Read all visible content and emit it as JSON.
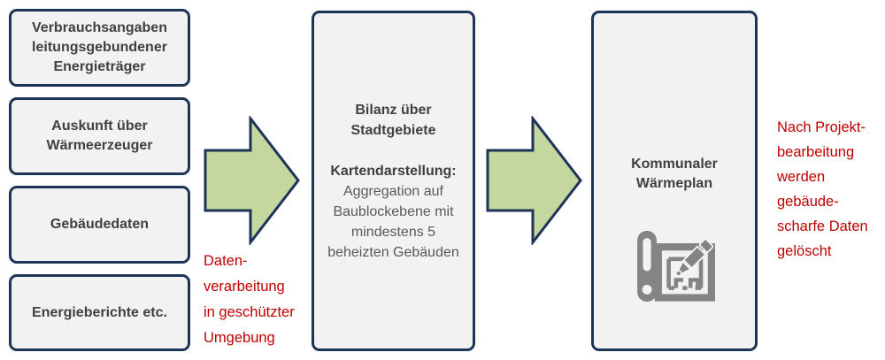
{
  "sources": [
    {
      "label": "Verbrauchsangaben leitungsgebundener Energieträger"
    },
    {
      "label": "Auskunft über Wärmeerzeuger"
    },
    {
      "label": "Gebäudedaten"
    },
    {
      "label": "Energieberichte etc."
    }
  ],
  "process": {
    "title": "Bilanz über\nStadtgebiete",
    "subtitle": "Kartendarstellung:",
    "description": "Aggregation auf Baublockebene mit mindestens 5 beheizten Gebäuden"
  },
  "result": {
    "title": "Kommunaler\nWärmeplan",
    "icon": "blueprint-pencil-icon"
  },
  "notes": {
    "left": "Daten-\nverarbeitung\nin geschützter\nUmgebung",
    "right": "Nach Projekt-\nbearbeitung\nwerden\ngebäude-\nscharfe Daten\ngelöscht"
  },
  "colors": {
    "arrow_fill": "#c4d79e",
    "border_navy": "#1d3357",
    "note_red": "#c00000",
    "box_fill": "#f2f2f2",
    "icon_gray": "#848484"
  }
}
